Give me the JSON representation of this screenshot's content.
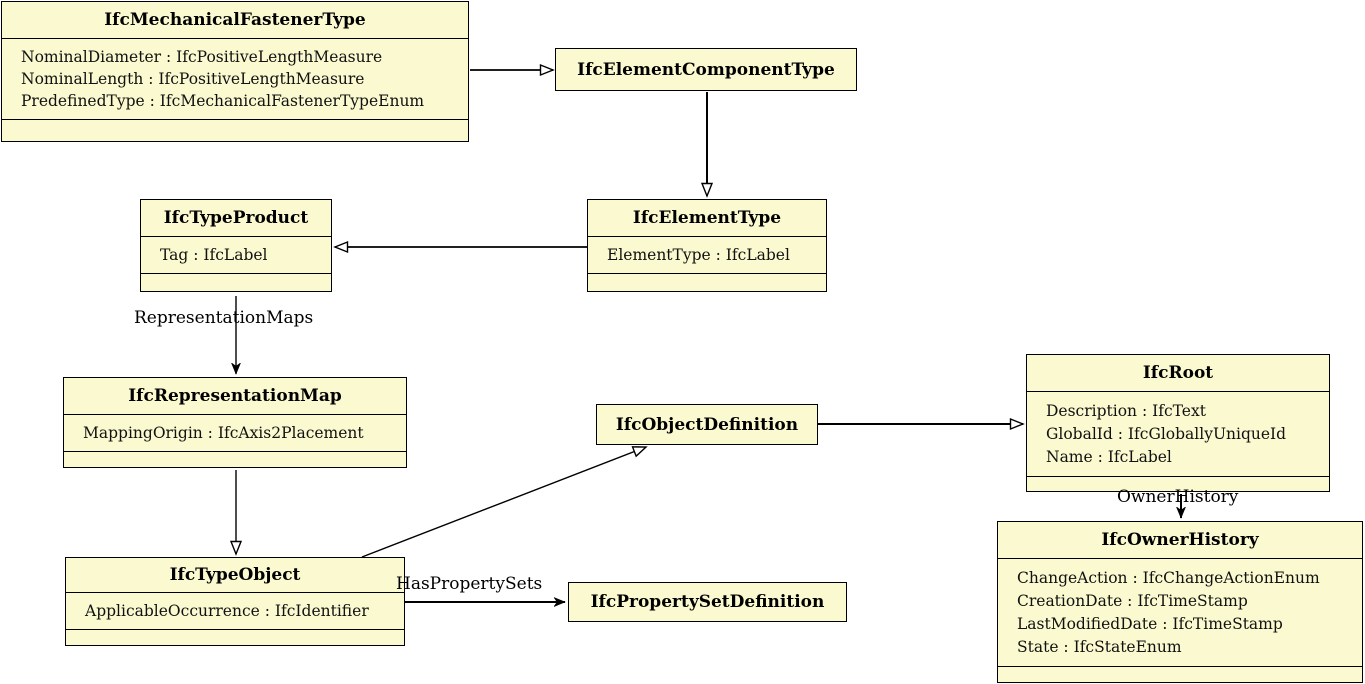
{
  "diagram": {
    "kind": "uml-class-diagram",
    "colors": {
      "background": "#ffffff",
      "box_fill": "#fbf9cf",
      "box_border": "#000000",
      "text": "#000000"
    },
    "classes": [
      {
        "name": "IfcMechanicalFastenerType",
        "attributes": [
          "NominalDiameter : IfcPositiveLengthMeasure",
          "NominalLength : IfcPositiveLengthMeasure",
          "PredefinedType : IfcMechanicalFastenerTypeEnum"
        ]
      },
      {
        "name": "IfcElementComponentType",
        "attributes": []
      },
      {
        "name": "IfcTypeProduct",
        "attributes": [
          "Tag : IfcLabel"
        ]
      },
      {
        "name": "IfcElementType",
        "attributes": [
          "ElementType : IfcLabel"
        ]
      },
      {
        "name": "IfcRepresentationMap",
        "attributes": [
          "MappingOrigin : IfcAxis2Placement"
        ]
      },
      {
        "name": "IfcObjectDefinition",
        "attributes": []
      },
      {
        "name": "IfcRoot",
        "attributes": [
          "Description : IfcText",
          "GlobalId : IfcGloballyUniqueId",
          "Name : IfcLabel"
        ]
      },
      {
        "name": "IfcTypeObject",
        "attributes": [
          "ApplicableOccurrence : IfcIdentifier"
        ]
      },
      {
        "name": "IfcPropertySetDefinition",
        "attributes": []
      },
      {
        "name": "IfcOwnerHistory",
        "attributes": [
          "ChangeAction : IfcChangeActionEnum",
          "CreationDate : IfcTimeStamp",
          "LastModifiedDate : IfcTimeStamp",
          "State : IfcStateEnum"
        ]
      }
    ],
    "edge_labels": {
      "representation_maps": "RepresentationMaps",
      "has_property_sets": "HasPropertySets",
      "owner_history": "OwnerHistory"
    }
  }
}
